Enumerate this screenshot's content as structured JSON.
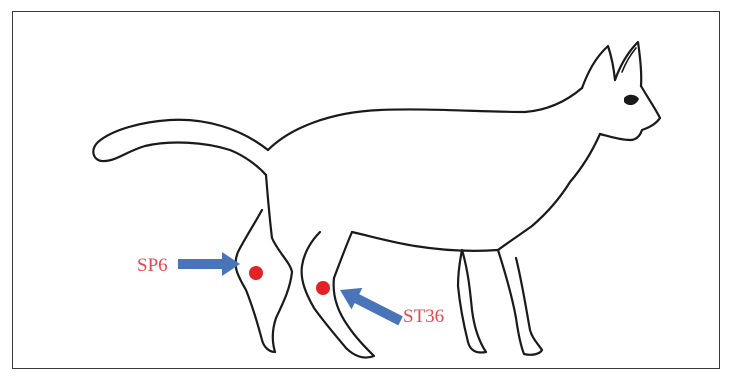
{
  "acupoints": [
    {
      "id": "sp6",
      "label": "SP6"
    },
    {
      "id": "st36",
      "label": "ST36"
    }
  ],
  "colors": {
    "label_text": "#e8464f",
    "marker": "#e32226",
    "arrow": "#4a74b8",
    "outline": "#1a1a1a",
    "frame": "#3a3a3a"
  }
}
